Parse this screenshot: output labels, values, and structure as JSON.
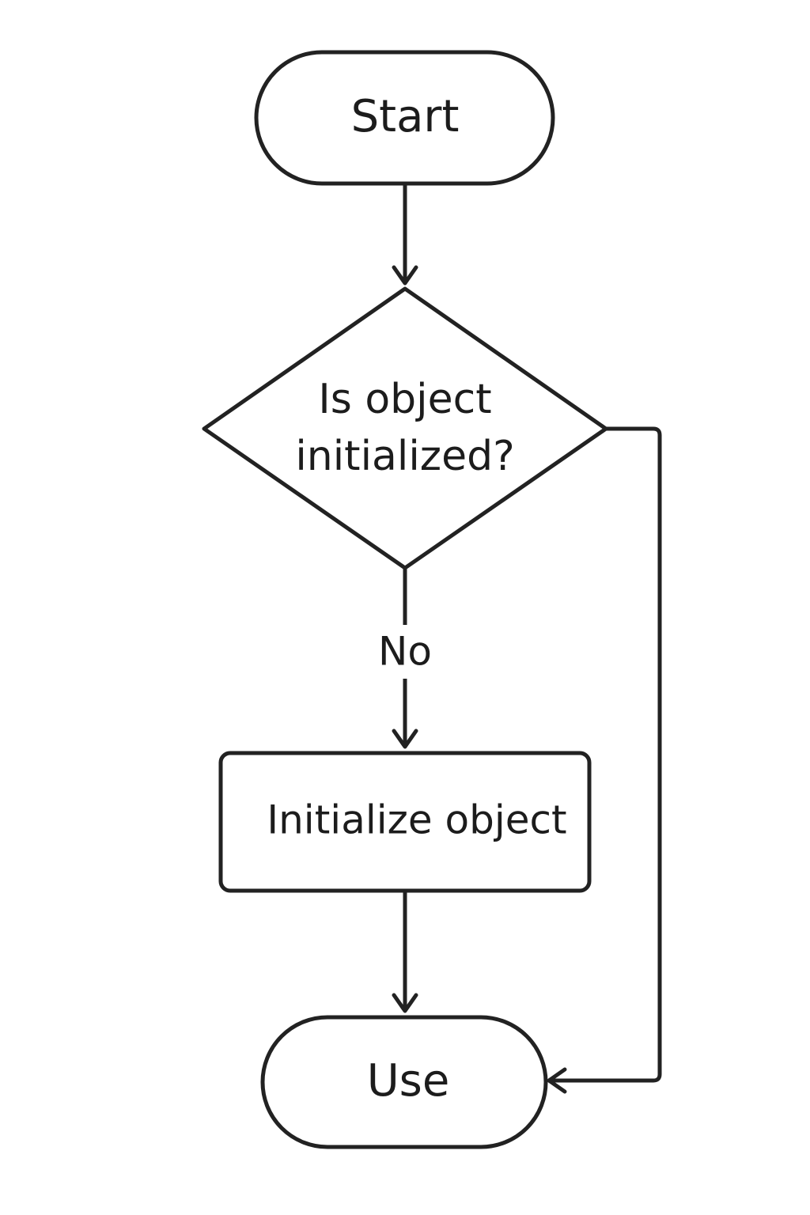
{
  "diagram": {
    "start": {
      "label": "Start"
    },
    "decision": {
      "line1": "Is object",
      "line2": "initialized?"
    },
    "edge_no": {
      "label": "No"
    },
    "process": {
      "label": "Initialize object"
    },
    "end": {
      "label": "Use"
    }
  }
}
